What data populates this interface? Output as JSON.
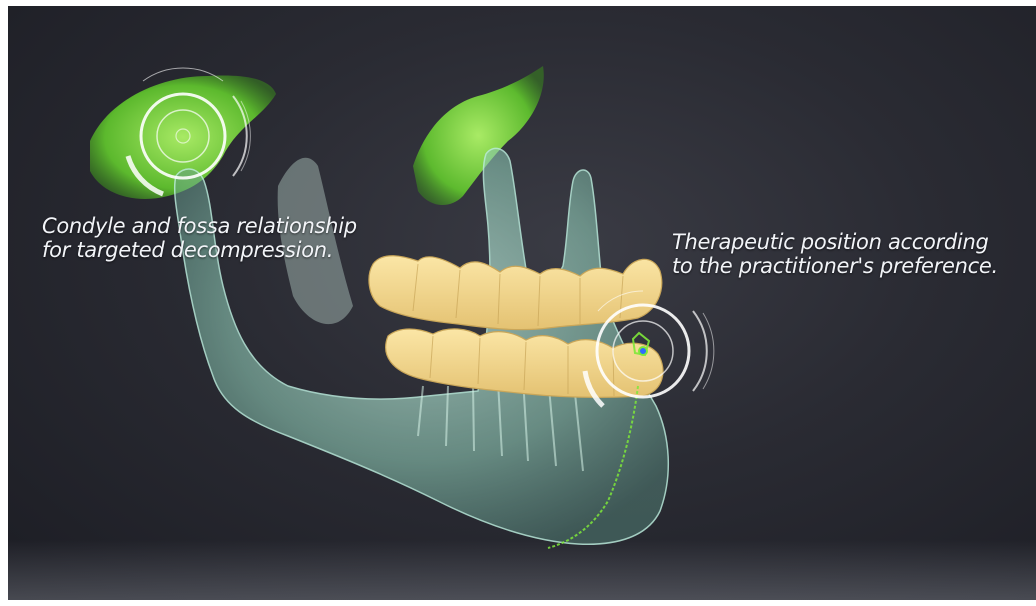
{
  "captions": {
    "left": {
      "line1": "Condyle and fossa relationship",
      "line2": "for targeted decompression."
    },
    "right": {
      "line1": "Therapeutic position according",
      "line2": "to the practitioner's preference."
    }
  },
  "colors": {
    "background": "#2a2b33",
    "bone": "#9fd6c4",
    "teeth": "#f0d58c",
    "highlight": "#7ee83a",
    "marker": "#2f6cff"
  },
  "icons": [
    "target-reticle-icon",
    "target-reticle-icon"
  ]
}
